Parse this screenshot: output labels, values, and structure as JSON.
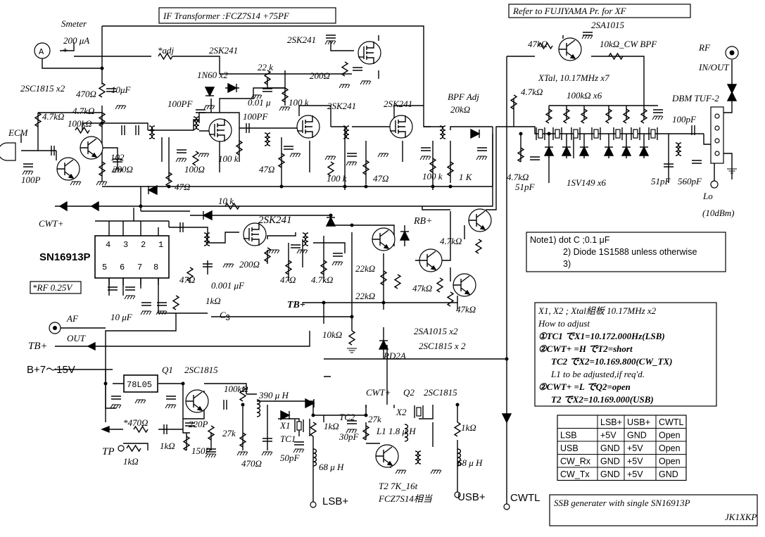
{
  "header": {
    "if_transformer": "IF Transformer :FCZ7S14 +75PF",
    "refer": "Refer to FUJIYAMA Pr.  for XF"
  },
  "title_block": {
    "title": "SSB generater with single SN16913P",
    "author": "JK1XKP"
  },
  "notes": {
    "line1": "Note1) dot  C ;0.1 μF",
    "line2": "2) Diode 1S1588 unless otherwise",
    "line3": "3)"
  },
  "howto": {
    "line1": "X1, X2 ; Xtal組板 10.17MHz   x2",
    "line2": "How to adjust",
    "line3": "①TC1 でX1=10.172.000Hz(LSB)",
    "line4": "②CWT+ =H でT2=short",
    "line5": "TC2 でX2=10.169.800(CW_TX)",
    "line6": "L1 to be adjusted,if req'd.",
    "line7": "②CWT+ =L でQ2=open",
    "line8": "T2 でX2=10.169.000(USB)"
  },
  "truth_table": {
    "headers": [
      "",
      "LSB+",
      "USB+",
      "CWTL"
    ],
    "rows": [
      [
        "LSB",
        "+5V",
        "GND",
        "Open"
      ],
      [
        "USB",
        "GND",
        "+5V",
        "Open"
      ],
      [
        "CW_Rx",
        "GND",
        "+5V",
        "Open"
      ],
      [
        "CW_Tx",
        "GND",
        "+5V",
        "GND"
      ]
    ]
  },
  "labels": {
    "smeter": "Smeter",
    "meter_range": "200 μA",
    "meter_symbol": "A",
    "plus": "+",
    "adj": "*adj",
    "q_sk241_top": "2SK241",
    "q_sk241_top2": "2SK241",
    "r200_top": "200Ω",
    "c_sc1815x2": "2SC1815 x2",
    "r470_top": "470Ω",
    "c10uF_top": "10μF",
    "r47k_a": "4.7kΩ",
    "r47k_b": "4.7kΩ",
    "r100k_a": "100kΩ",
    "ecm": "ECM",
    "c100P": "100P",
    "c102": "102",
    "r200_a": "200Ω",
    "d1n60": "1N60  x2",
    "c100PF_a": "100PF",
    "r22k": "22 k",
    "c001": "0.01 μ",
    "r100k_b": "100 k",
    "c100PF_b": "100PF",
    "q_sk241_mid": "2SK241",
    "q_sk241_right": "2SK241",
    "bpf_adj": "BPF Adj",
    "r20k": "20kΩ",
    "r100_a": "100Ω",
    "r47_a": "47Ω",
    "r100k_c": "100 k",
    "r47_b": "47Ω",
    "r100k_d": "100 k",
    "r47_c": "47Ω",
    "r100k_e": "100 k",
    "r1k_a": "1 K",
    "r10k_a": "10 k",
    "cwt_plus": "CWT+",
    "sn16913p": "SN16913P",
    "pin4": "4",
    "pin3": "3",
    "pin2": "2",
    "pin1": "1",
    "pin5": "5",
    "pin6": "6",
    "pin7": "7",
    "pin8": "8",
    "rf025": "*RF 0.25V",
    "q_sk241_bot": "2SK241",
    "r200_b": "200Ω",
    "r47_d": "47Ω",
    "r47k_c": "4.7kΩ",
    "c0001": "0.001 μF",
    "r47_e": "47Ω",
    "r1k_b": "1kΩ",
    "c3": "C",
    "c3sub": "3",
    "c10uF_b": "10 μF",
    "af_out": "AF",
    "out": "OUT",
    "tb_plus_left": "TB+",
    "b_plus": "B+7〜15V",
    "rb_plus": "RB+",
    "r47k_d": "4.7kΩ",
    "r22k_a": "22kΩ",
    "r22k_b": "22kΩ",
    "r47k_e": "47kΩ",
    "r47k_f": "47kΩ",
    "tb_plus_mid": "TB+",
    "r10k_b": "10kΩ",
    "sa1015x2": "2SA1015 x2",
    "sc1815x2b": "2SC1815 x 2",
    "rd2a": "RD2A",
    "sa1015_top": "2SA1015",
    "r47k_top": "47kΩ",
    "r10k_cw": "10kΩ_CW BPF",
    "xtal": "XTal, 10.17MHz    x7",
    "r47k_g": "4.7kΩ",
    "r100k_x": "100kΩ   x6",
    "rf_inout": "RF",
    "in_out": "IN/OUT",
    "dbm": "DBM TUF-2",
    "c100pF": "100pF",
    "r47k_h": "4.7kΩ",
    "c51pF_a": "51pF",
    "sv149": "1SV149 x6",
    "c51pF_b": "51pF",
    "c560pF": "560pF",
    "lo": "Lo",
    "lo_level": "(10dBm)",
    "ic78l05": "78L05",
    "q1": "Q1",
    "q1_type": "2SC1815",
    "r100k_q1": "100kΩ",
    "l390": "390 μ H",
    "cwt_plus_b": "CWT+",
    "q2": "Q2",
    "q2_type": "2SC1815",
    "r470_b": "*470Ω",
    "c220P": "220P",
    "r27k_a": "27k",
    "r1k_c": "1kΩ",
    "c150P": "150P",
    "r470_c": "470Ω",
    "x1": "X1",
    "tc1": "TC1",
    "c50pF": "50pF",
    "r1k_d": "1kΩ",
    "l68_a": "68 μ H",
    "tc2": "TC2",
    "c30pF": "30pF",
    "r27k_b": "27k",
    "x2": "X2",
    "l1": "L1 1.8 μ H",
    "r1k_e": "1kΩ",
    "l68_b": "68 μ H",
    "tp": "TP",
    "r1k_f": "1kΩ",
    "lsb_plus": "LSB+",
    "t2": "T2 7K_16t",
    "fcz": "FCZ7S14相当",
    "usb_plus": "USB+",
    "cwtl": "CWTL"
  }
}
